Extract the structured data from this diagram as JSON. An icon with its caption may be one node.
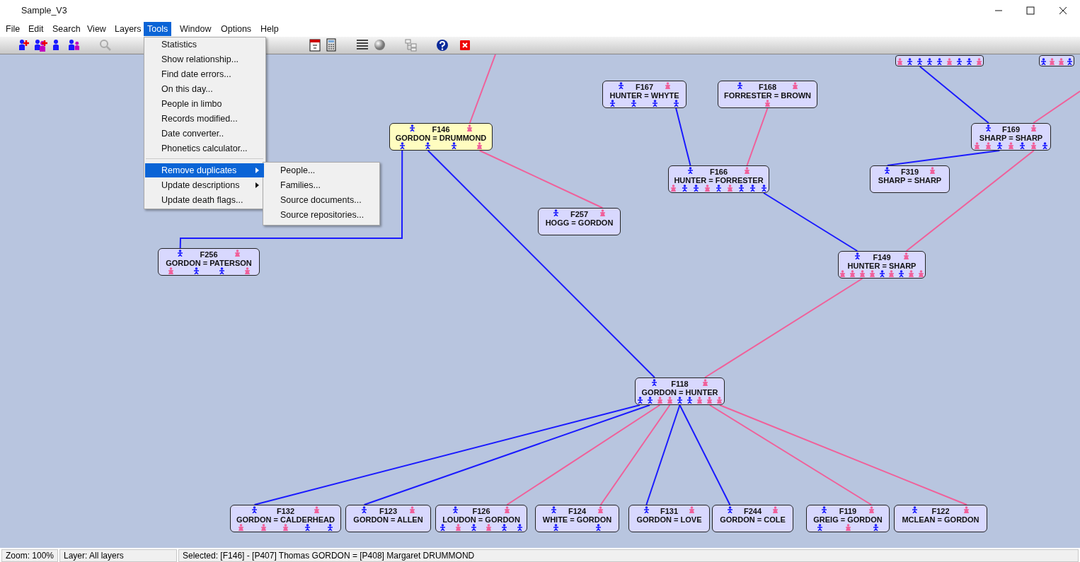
{
  "diagram": {
    "title": "Sample_V3",
    "nodes": [
      {
        "text": [],
        "shape": "box"
      },
      {
        "text": [],
        "shape": "box"
      },
      {
        "text": [
          "F167",
          "HUNTER = WHYTE"
        ]
      },
      {
        "text": [
          "F168",
          "FORRESTER = BROWN"
        ]
      },
      {
        "text": [
          "F146",
          "GORDON = DRUMMOND"
        ]
      },
      {
        "text": [
          "F169",
          "SHARP = SHARP"
        ]
      },
      {
        "text": [
          "F166",
          "HUNTER = FORRESTER"
        ]
      },
      {
        "text": [
          "F319",
          "SHARP = SHARP"
        ]
      },
      {
        "text": [
          "F256",
          "GORDON = PATERSON"
        ]
      },
      {
        "text": [
          "F257",
          "HOGG = GORDON"
        ]
      },
      {
        "text": [
          "F149",
          "HUNTER = SHARP"
        ]
      },
      {
        "text": [
          "F118",
          "GORDON = HUNTER"
        ]
      },
      {
        "text": [
          "F132",
          "GORDON = CALDERHEAD"
        ]
      },
      {
        "text": [
          "F123",
          "GORDON = ALLEN"
        ]
      },
      {
        "text": [
          "F126",
          "LOUDON = GORDON"
        ]
      },
      {
        "text": [
          "F124",
          "WHITE = GORDON"
        ]
      },
      {
        "text": [
          "F131",
          "GORDON = LOVE"
        ]
      },
      {
        "text": [
          "F244",
          "GORDON = COLE"
        ]
      },
      {
        "text": [
          "F119",
          "GREIG = GORDON"
        ]
      },
      {
        "text": [
          "F122",
          "MCLEAN = GORDON"
        ]
      }
    ],
    "edges": [
      {
        "from": null,
        "to": 4,
        "arrow": "none",
        "color": "#f0609a"
      },
      {
        "from": 4,
        "to": 8,
        "arrow": "none",
        "color": "#1a1aff"
      },
      {
        "from": 4,
        "to": 11,
        "arrow": "none",
        "color": "#1a1aff"
      },
      {
        "from": 4,
        "to": 9,
        "arrow": "none",
        "color": "#f0609a"
      },
      {
        "from": 2,
        "to": 6,
        "arrow": "none",
        "color": "#1a1aff"
      },
      {
        "from": 3,
        "to": 6,
        "arrow": "none",
        "color": "#f0609a"
      },
      {
        "from": 0,
        "to": 5,
        "arrow": "none",
        "color": "#1a1aff"
      },
      {
        "from": null,
        "to": 5,
        "arrow": "none",
        "color": "#f0609a"
      },
      {
        "from": 5,
        "to": 7,
        "arrow": "none",
        "color": "#1a1aff"
      },
      {
        "from": 5,
        "to": 10,
        "arrow": "none",
        "color": "#f0609a"
      },
      {
        "from": 6,
        "to": 10,
        "arrow": "none",
        "color": "#1a1aff"
      },
      {
        "from": 10,
        "to": 11,
        "arrow": "none",
        "color": "#f0609a"
      },
      {
        "from": 11,
        "to": 12,
        "arrow": "none",
        "color": "#1a1aff"
      },
      {
        "from": 11,
        "to": 13,
        "arrow": "none",
        "color": "#1a1aff"
      },
      {
        "from": 11,
        "to": 14,
        "arrow": "none",
        "color": "#f0609a"
      },
      {
        "from": 11,
        "to": 15,
        "arrow": "none",
        "color": "#f0609a"
      },
      {
        "from": 11,
        "to": 16,
        "arrow": "none",
        "color": "#1a1aff"
      },
      {
        "from": 11,
        "to": 17,
        "arrow": "none",
        "color": "#1a1aff"
      },
      {
        "from": 11,
        "to": 18,
        "arrow": "none",
        "color": "#f0609a"
      },
      {
        "from": 11,
        "to": 19,
        "arrow": "none",
        "color": "#f0609a"
      }
    ],
    "labels": [
      "File",
      "Edit",
      "Search",
      "View",
      "Layers",
      "Tools",
      "Window",
      "Options",
      "Help",
      "Statistics",
      "Show relationship...",
      "Find date errors...",
      "On this day...",
      "People in limbo",
      "Records modified...",
      "Date converter..",
      "Phonetics calculator...",
      "Remove duplicates",
      "Update descriptions",
      "Update death flags...",
      "People...",
      "Families...",
      "Source documents...",
      "Source repositories...",
      "Zoom: 100%",
      "Layer: All layers",
      "Selected: [F146] - [P407] Thomas GORDON = [P408] Margaret DRUMMOND"
    ]
  }
}
